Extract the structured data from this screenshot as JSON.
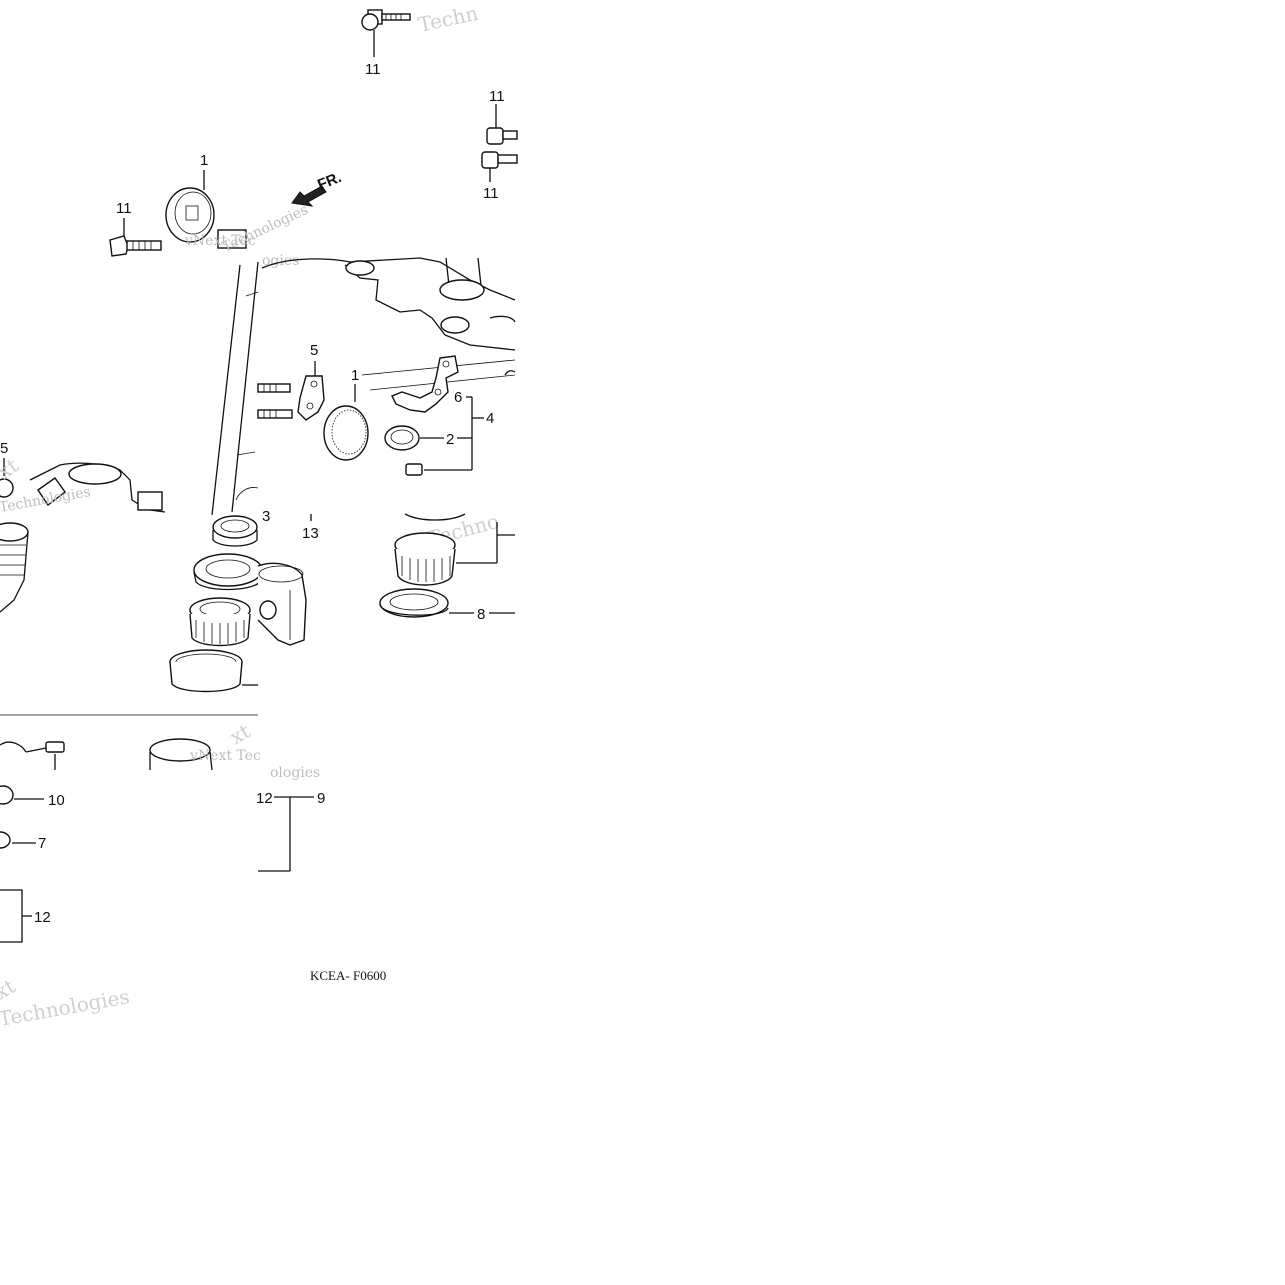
{
  "diagram": {
    "callouts": {
      "c11_top": "11",
      "c11_right_a": "11",
      "c11_right_b": "11",
      "c11_left": "11",
      "c1_top": "1",
      "c5_mid": "5",
      "c1_mid": "1",
      "c6": "6",
      "c4": "4",
      "c2": "2",
      "c5_left": "5",
      "c3": "3",
      "c13": "13",
      "c8": "8",
      "c10": "10",
      "c7": "7",
      "c12_right": "12",
      "c9": "9",
      "c12_left": "12"
    },
    "direction_label": "FR.",
    "diagram_code": "KCEA- F0600",
    "watermarks": {
      "w1": "Techn",
      "w2": "vNext Tec",
      "w3": "ogies",
      "w4": "xt",
      "w5": "Technologies",
      "w6": "Technologies",
      "w7": "Techno",
      "w8": "vNext Tec",
      "w9": "ologies",
      "w10": "xt",
      "w11": "Technologies"
    }
  }
}
